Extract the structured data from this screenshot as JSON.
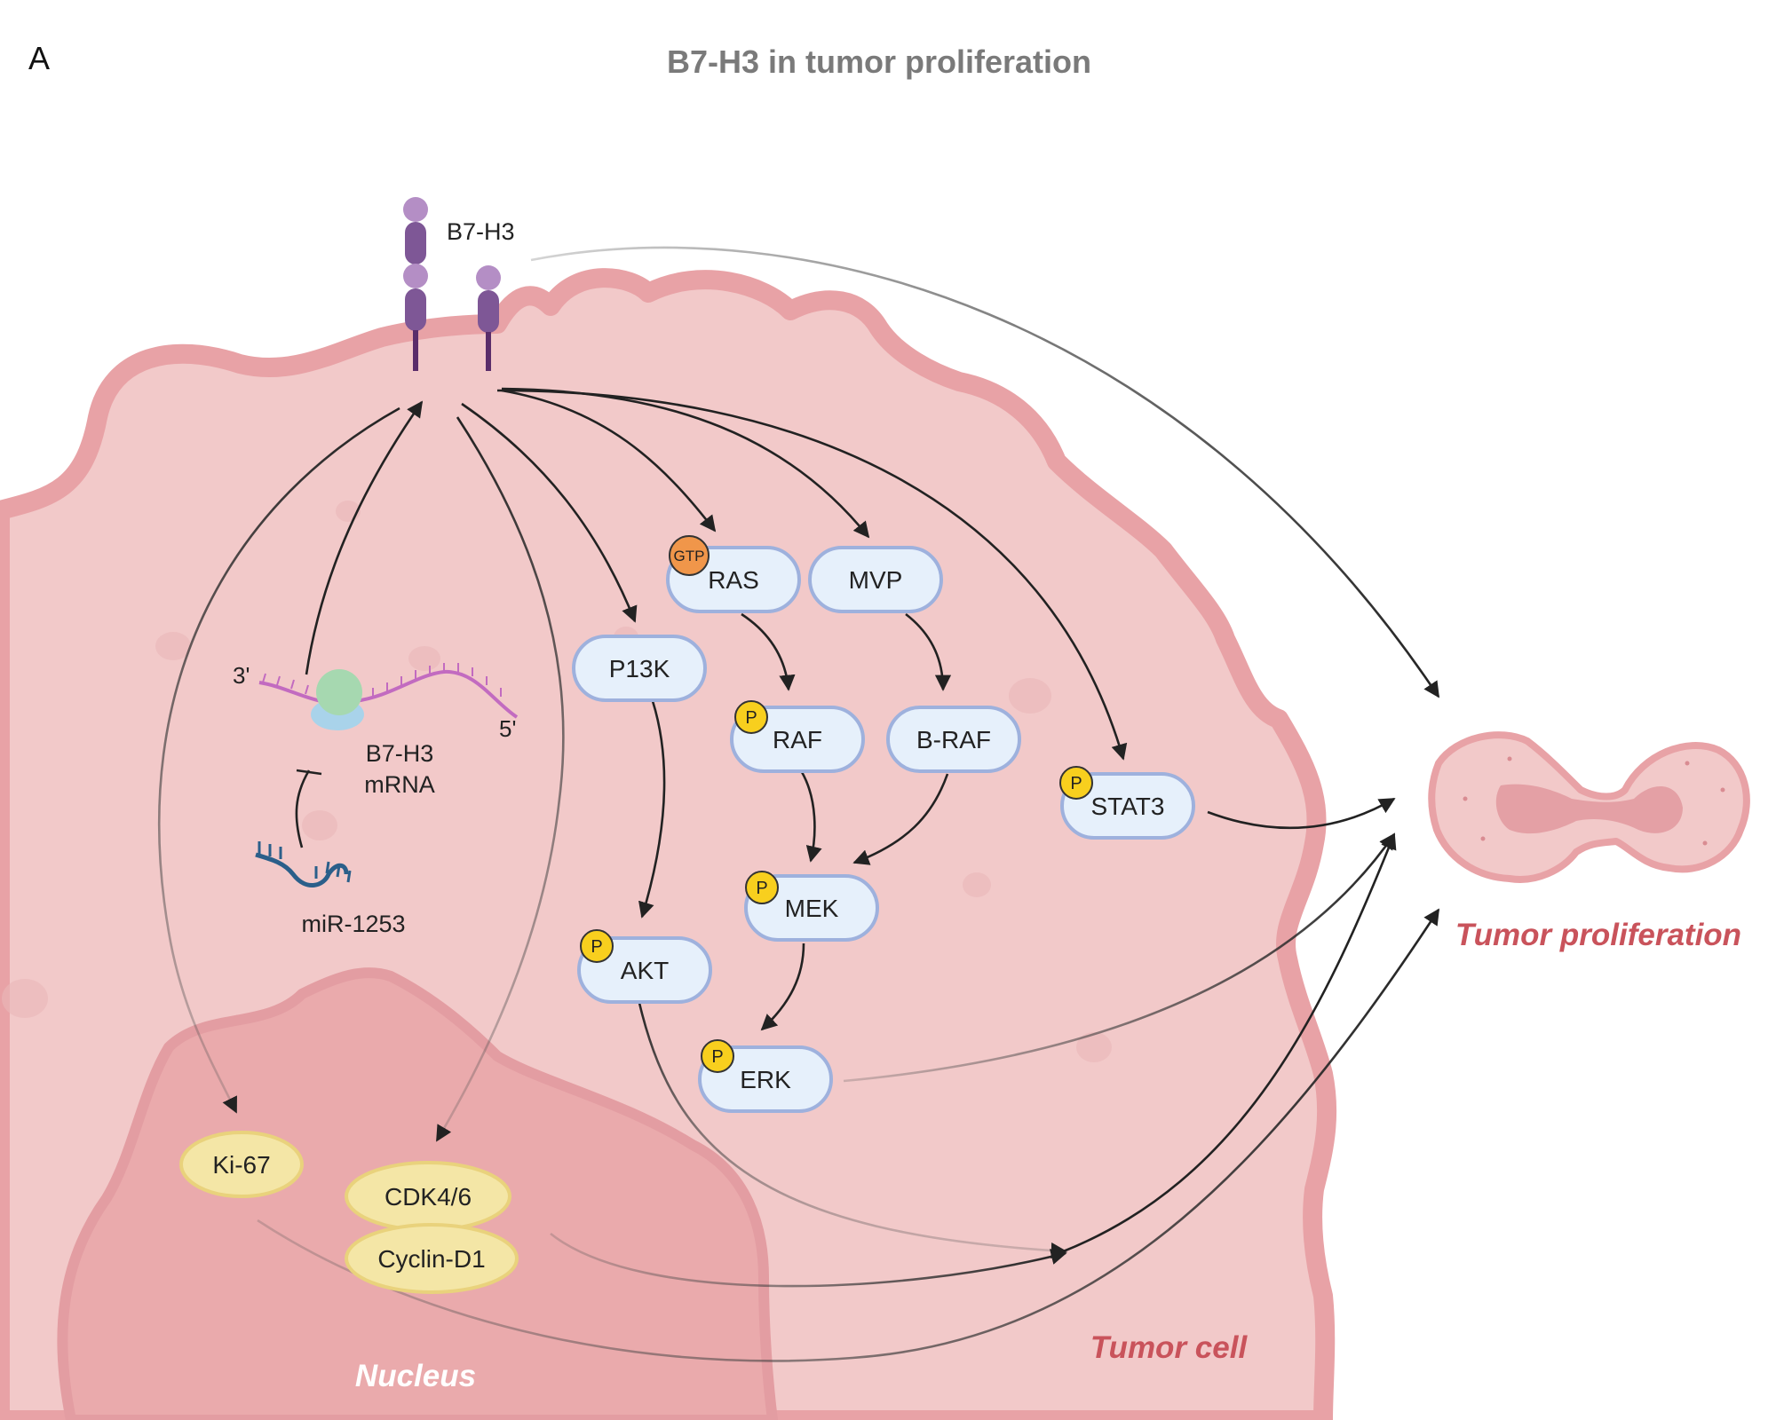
{
  "panel_label": "A",
  "title": "B7-H3 in tumor proliferation",
  "receptor_label": "B7-H3",
  "mrna": {
    "three_prime": "3'",
    "five_prime": "5'",
    "label_line1": "B7-H3",
    "label_line2": "mRNA"
  },
  "mirna_label": "miR-1253",
  "badges": {
    "phospho": "P",
    "gtp": "GTP"
  },
  "nodes": {
    "ras": "RAS",
    "mvp": "MVP",
    "p13k": "P13K",
    "raf": "RAF",
    "braf": "B-RAF",
    "stat3": "STAT3",
    "mek": "MEK",
    "akt": "AKT",
    "erk": "ERK",
    "ki67": "Ki-67",
    "cdk46": "CDK4/6",
    "cyclind1": "Cyclin-D1"
  },
  "labels": {
    "nucleus": "Nucleus",
    "tumor_cell": "Tumor cell",
    "tumor_proliferation": "Tumor proliferation"
  },
  "colors": {
    "cell_fill": "#f2c9c9",
    "membrane": "#e8a2a6",
    "nucleus_fill": "#eaaaac",
    "accent_text": "#c9535b",
    "title_gray": "#7a7a7a"
  }
}
